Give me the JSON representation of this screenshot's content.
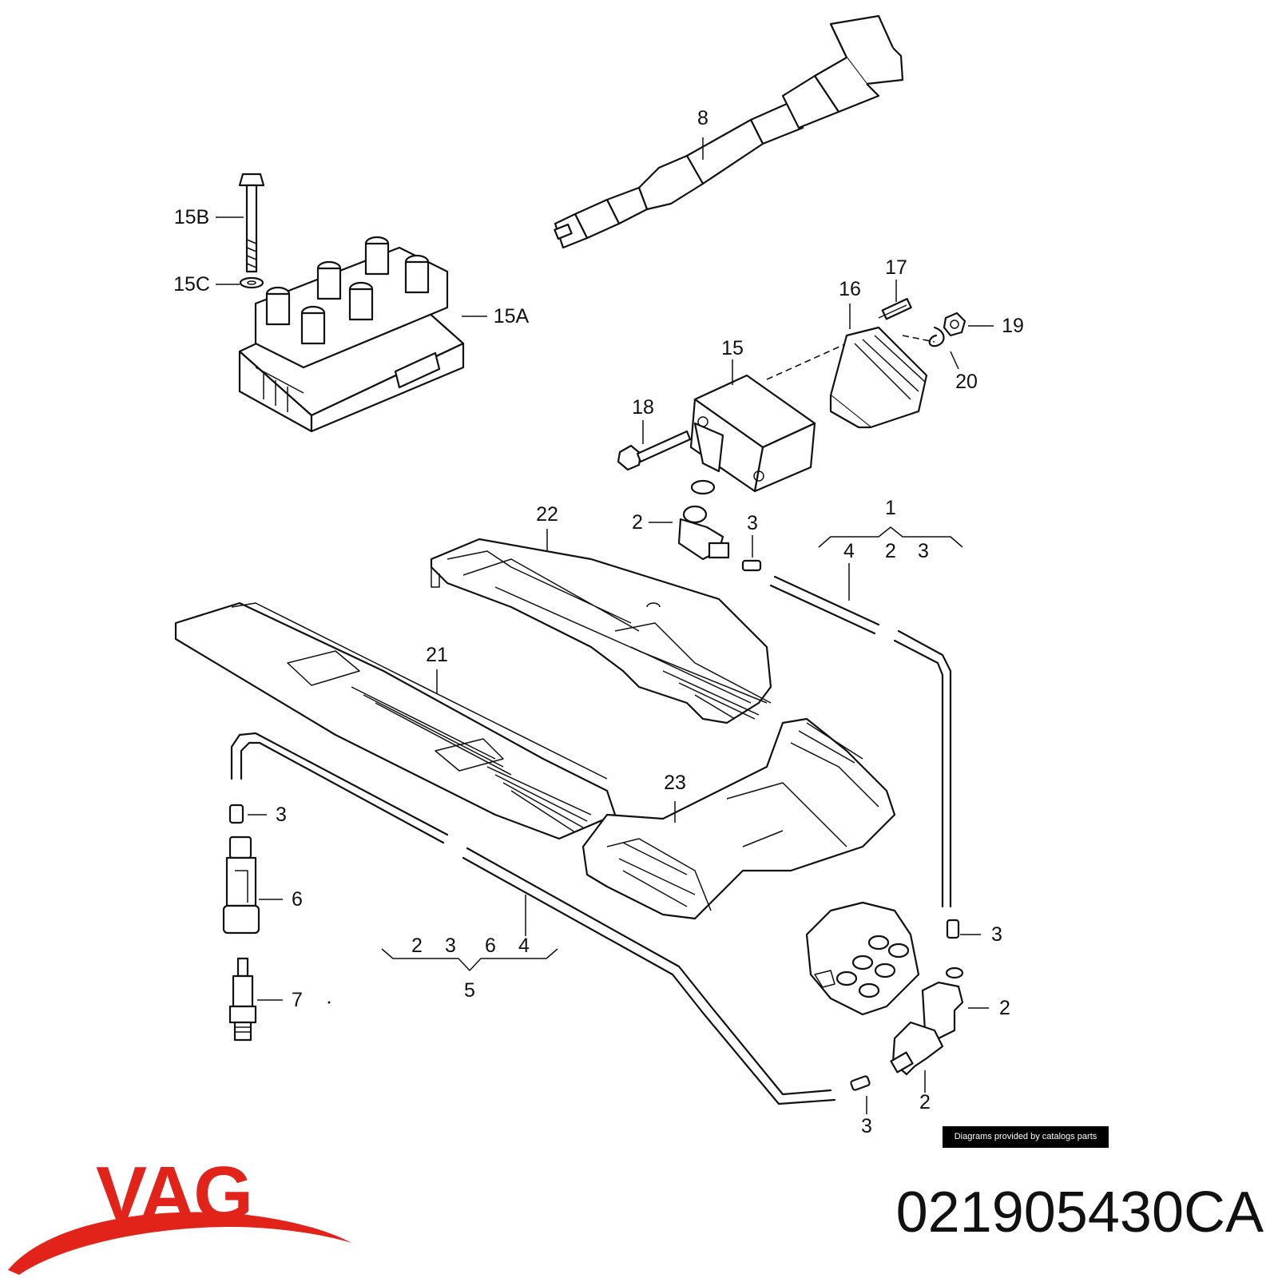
{
  "labels": {
    "l8": "8",
    "l15b": "15B",
    "l15c": "15C",
    "l15a": "15A",
    "l17": "17",
    "l16": "16",
    "l19": "19",
    "l15": "15",
    "l20": "20",
    "l18": "18",
    "l22": "22",
    "l2a": "2",
    "l3a": "3",
    "l1": "1",
    "l4a": "4",
    "l2b": "2",
    "l3b": "3",
    "l21": "21",
    "l3c": "3",
    "l23": "23",
    "l6": "6",
    "l4b": "4",
    "l2c": "2",
    "l3d": "3",
    "l6b": "6",
    "l4c": "4",
    "l5": "5",
    "l7": "7",
    "l3e": "3",
    "l2d": "2",
    "l2e": "2",
    "l3f": "3"
  },
  "credit": "Diagrams provided by catalogs parts",
  "brand": {
    "name": "VAG",
    "color": "#e2231a"
  },
  "part_number": "021905430CA"
}
